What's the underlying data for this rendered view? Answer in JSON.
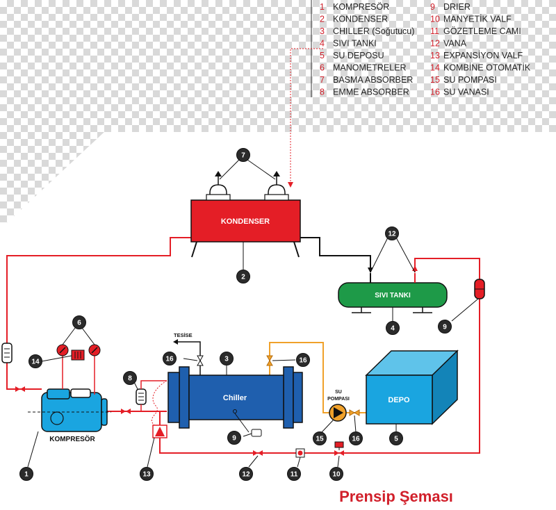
{
  "legend_left": [
    {
      "num": "1",
      "text": "KOMPRESÖR"
    },
    {
      "num": "2",
      "text": "KONDENSER"
    },
    {
      "num": "3",
      "text": "CHILLER (Soğutucu)"
    },
    {
      "num": "4",
      "text": "SIVI TANKI"
    },
    {
      "num": "5",
      "text": "SU DEPOSU"
    },
    {
      "num": "6",
      "text": "MANOMETRELER"
    },
    {
      "num": "7",
      "text": "BASMA ABSORBER"
    },
    {
      "num": "8",
      "text": "EMME ABSORBER"
    }
  ],
  "legend_right": [
    {
      "num": "9",
      "text": "DRIER"
    },
    {
      "num": "10",
      "text": "MANYETİK VALF"
    },
    {
      "num": "11",
      "text": "GÖZETLEME CAMI"
    },
    {
      "num": "12",
      "text": "VANA"
    },
    {
      "num": "13",
      "text": "EXPANSİYON VALF"
    },
    {
      "num": "14",
      "text": "KOMBİNE OTOMATİK"
    },
    {
      "num": "15",
      "text": "SU POMPASI"
    },
    {
      "num": "16",
      "text": "SU VANASI"
    }
  ],
  "labels": {
    "kondenser": "KONDENSER",
    "sivi_tanki": "SIVI TANKI",
    "chiller": "Chiller",
    "depo": "DEPO",
    "kompresor": "KOMPRESÖR",
    "tesise": "TESİSE",
    "su_pompasi_1": "SU",
    "su_pompasi_2": "POMPASI"
  },
  "badges": {
    "b1": "1",
    "b2": "2",
    "b3": "3",
    "b4": "4",
    "b5": "5",
    "b6": "6",
    "b7": "7",
    "b8": "8",
    "b9": "9",
    "b9b": "9",
    "b10": "10",
    "b11": "11",
    "b12": "12",
    "b13": "13",
    "b14": "14",
    "b15": "15",
    "b16a": "16",
    "b16b": "16",
    "b16c": "16"
  },
  "title": "Prensip Şeması",
  "colors": {
    "refrigerant_line": "#e41e26",
    "water_line": "#f0a12a",
    "return_line": "#111111",
    "kondenser": "#e41e26",
    "sivi_tanki": "#1e9a48",
    "chiller": "#1f5fae",
    "depo": "#1aa5e0",
    "kompresor": "#1aa5e0",
    "badge": "#2b2b2b"
  }
}
